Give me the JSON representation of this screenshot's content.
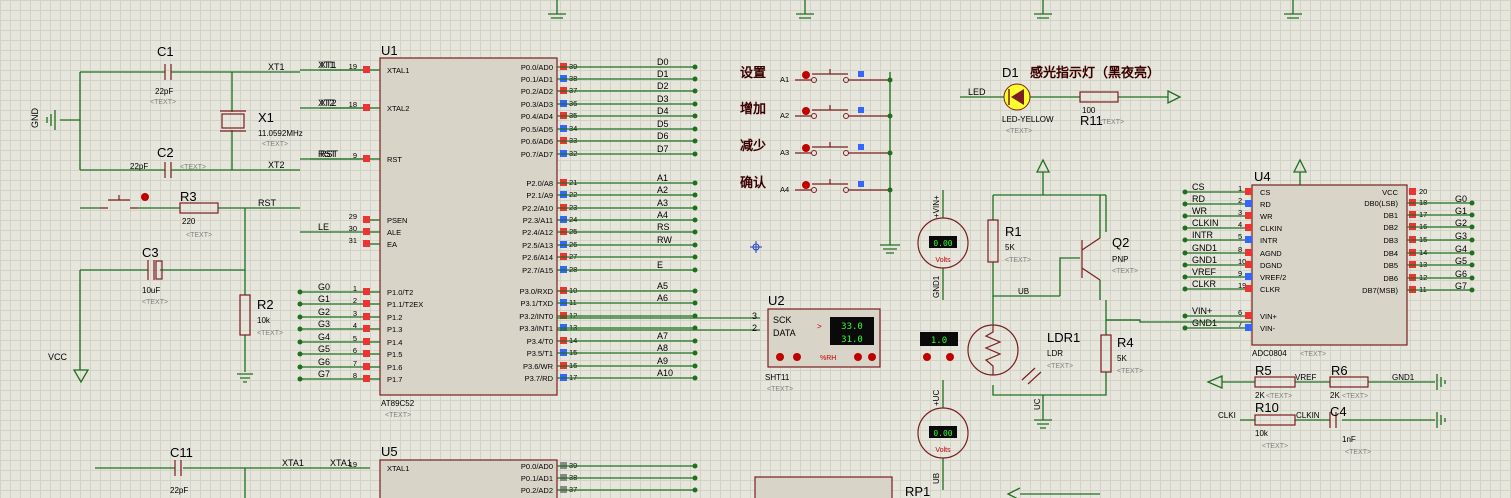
{
  "components": {
    "c1": {
      "ref": "C1",
      "value": "22pF",
      "text": "<TEXT>"
    },
    "c2": {
      "ref": "C2",
      "value": "22pF",
      "text": "<TEXT>"
    },
    "c3": {
      "ref": "C3",
      "value": "10uF",
      "text": "<TEXT>"
    },
    "c4": {
      "ref": "C4",
      "value": "1nF",
      "text": "<TEXT>"
    },
    "c11": {
      "ref": "C11",
      "value": "22pF"
    },
    "x1": {
      "ref": "X1",
      "value": "11.0592MHz",
      "text": "<TEXT>"
    },
    "r2": {
      "ref": "R2",
      "value": "10k",
      "text": "<TEXT>"
    },
    "r3": {
      "ref": "R3",
      "value": "220",
      "text": "<TEXT>"
    },
    "r1": {
      "ref": "R1",
      "value": "5K",
      "text": "<TEXT>"
    },
    "r4": {
      "ref": "R4",
      "value": "5K",
      "text": "<TEXT>"
    },
    "r5": {
      "ref": "R5",
      "value": "2K",
      "text": "<TEXT>"
    },
    "r6": {
      "ref": "R6",
      "value": "2K",
      "text": "<TEXT>"
    },
    "r10": {
      "ref": "R10",
      "value": "10k",
      "text": "<TEXT>"
    },
    "r11": {
      "ref": "R11",
      "value": "100",
      "text": "<TEXT>"
    },
    "u1": {
      "ref": "U1",
      "part": "AT89C52",
      "text": "<TEXT>"
    },
    "u2": {
      "ref": "U2",
      "part": "SHT11",
      "text": "<TEXT>",
      "temp": "33.0",
      "rh": "31.0",
      "rh_label": "%RH",
      "sck": "SCK",
      "data": "DATA",
      "pin_sck": "3",
      "pin_data": "2"
    },
    "u4": {
      "ref": "U4",
      "part": "ADC0804",
      "text": "<TEXT>"
    },
    "u5": {
      "ref": "U5"
    },
    "rp1": {
      "ref": "RP1"
    },
    "d1": {
      "ref": "D1",
      "part": "LED-YELLOW",
      "text": "<TEXT>",
      "title": "感光指示灯（黑夜亮）"
    },
    "q2": {
      "ref": "Q2",
      "part": "PNP",
      "text": "<TEXT>"
    },
    "ldr1": {
      "ref": "LDR1",
      "part": "LDR",
      "text": "<TEXT>"
    },
    "meter1": {
      "reading": "0.00",
      "unit": "Volts",
      "top": "+VIN+",
      "bottom": "GND1"
    },
    "meter2": {
      "reading": "0.00",
      "unit": "Volts",
      "top": "+UC",
      "bottom": "UB"
    },
    "light_source": {
      "reading": "1.0"
    }
  },
  "buttons": [
    {
      "label": "设置",
      "net": "A1"
    },
    {
      "label": "增加",
      "net": "A2"
    },
    {
      "label": "减少",
      "net": "A3"
    },
    {
      "label": "确认",
      "net": "A4"
    }
  ],
  "u1_left_pins": [
    {
      "num": "19",
      "name": "XTAL1",
      "net": "XT1"
    },
    {
      "num": "18",
      "name": "XTAL2",
      "net": "XT2"
    },
    {
      "num": "9",
      "name": "RST",
      "net": "RST"
    },
    {
      "num": "29",
      "name": "PSEN",
      "net": ""
    },
    {
      "num": "30",
      "name": "ALE",
      "net": "LE"
    },
    {
      "num": "31",
      "name": "EA",
      "net": ""
    },
    {
      "num": "1",
      "name": "P1.0/T2",
      "net": "G0"
    },
    {
      "num": "2",
      "name": "P1.1/T2EX",
      "net": "G1"
    },
    {
      "num": "3",
      "name": "P1.2",
      "net": "G2"
    },
    {
      "num": "4",
      "name": "P1.3",
      "net": "G3"
    },
    {
      "num": "5",
      "name": "P1.4",
      "net": "G4"
    },
    {
      "num": "6",
      "name": "P1.5",
      "net": "G5"
    },
    {
      "num": "7",
      "name": "P1.6",
      "net": "G6"
    },
    {
      "num": "8",
      "name": "P1.7",
      "net": "G7"
    }
  ],
  "u1_right_pins": [
    {
      "num": "39",
      "name": "P0.0/AD0",
      "net": "D0"
    },
    {
      "num": "38",
      "name": "P0.1/AD1",
      "net": "D1"
    },
    {
      "num": "37",
      "name": "P0.2/AD2",
      "net": "D2"
    },
    {
      "num": "36",
      "name": "P0.3/AD3",
      "net": "D3"
    },
    {
      "num": "35",
      "name": "P0.4/AD4",
      "net": "D4"
    },
    {
      "num": "34",
      "name": "P0.5/AD5",
      "net": "D5"
    },
    {
      "num": "33",
      "name": "P0.6/AD6",
      "net": "D6"
    },
    {
      "num": "32",
      "name": "P0.7/AD7",
      "net": "D7"
    },
    {
      "num": "21",
      "name": "P2.0/A8",
      "net": "A1"
    },
    {
      "num": "22",
      "name": "P2.1/A9",
      "net": "A2"
    },
    {
      "num": "23",
      "name": "P2.2/A10",
      "net": "A3"
    },
    {
      "num": "24",
      "name": "P2.3/A11",
      "net": "A4"
    },
    {
      "num": "25",
      "name": "P2.4/A12",
      "net": "RS"
    },
    {
      "num": "26",
      "name": "P2.5/A13",
      "net": "RW"
    },
    {
      "num": "27",
      "name": "P2.6/A14",
      "net": ""
    },
    {
      "num": "28",
      "name": "P2.7/A15",
      "net": "E"
    },
    {
      "num": "10",
      "name": "P3.0/RXD",
      "net": "A5"
    },
    {
      "num": "11",
      "name": "P3.1/TXD",
      "net": "A6"
    },
    {
      "num": "12",
      "name": "P3.2/INT0",
      "net": ""
    },
    {
      "num": "13",
      "name": "P3.3/INT1",
      "net": ""
    },
    {
      "num": "14",
      "name": "P3.4/T0",
      "net": "A7"
    },
    {
      "num": "15",
      "name": "P3.5/T1",
      "net": "A8"
    },
    {
      "num": "16",
      "name": "P3.6/WR",
      "net": "A9"
    },
    {
      "num": "17",
      "name": "P3.7/RD",
      "net": "A10"
    }
  ],
  "u4_left_pins": [
    {
      "num": "1",
      "name": "CS",
      "net": "CS"
    },
    {
      "num": "2",
      "name": "RD",
      "net": "RD"
    },
    {
      "num": "3",
      "name": "WR",
      "net": "WR"
    },
    {
      "num": "4",
      "name": "CLKIN",
      "net": "CLKIN"
    },
    {
      "num": "5",
      "name": "INTR",
      "net": "INTR"
    },
    {
      "num": "8",
      "name": "AGND",
      "net": "GND1"
    },
    {
      "num": "10",
      "name": "DGND",
      "net": "GND1"
    },
    {
      "num": "9",
      "name": "VREF/2",
      "net": "VREF"
    },
    {
      "num": "19",
      "name": "CLKR",
      "net": "CLKR"
    },
    {
      "num": "6",
      "name": "VIN+",
      "net": "VIN+"
    },
    {
      "num": "7",
      "name": "VIN-",
      "net": "GND1"
    }
  ],
  "u4_right_pins": [
    {
      "num": "20",
      "name": "VCC",
      "net": ""
    },
    {
      "num": "18",
      "name": "DB0(LSB)",
      "net": "G0"
    },
    {
      "num": "17",
      "name": "DB1",
      "net": "G1"
    },
    {
      "num": "16",
      "name": "DB2",
      "net": "G2"
    },
    {
      "num": "15",
      "name": "DB3",
      "net": "G3"
    },
    {
      "num": "14",
      "name": "DB4",
      "net": "G4"
    },
    {
      "num": "13",
      "name": "DB5",
      "net": "G5"
    },
    {
      "num": "12",
      "name": "DB6",
      "net": "G6"
    },
    {
      "num": "11",
      "name": "DB7(MSB)",
      "net": "G7"
    }
  ],
  "u5_left_pins": [
    {
      "num": "19",
      "name": "XTAL1",
      "net": "XTA1"
    }
  ],
  "u5_right_pins": [
    {
      "num": "39",
      "name": "P0.0/AD0"
    },
    {
      "num": "38",
      "name": "P0.1/AD1"
    },
    {
      "num": "37",
      "name": "P0.2/AD2"
    }
  ],
  "nets": {
    "gnd": "GND",
    "vcc": "VCC",
    "xt1": "XT1",
    "xt2": "XT2",
    "rst": "RST",
    "led": "LED",
    "ub": "UB",
    "uc": "UC",
    "vref": "VREF",
    "gnd1": "GND1",
    "clki": "CLKI",
    "clkin": "CLKIN",
    "xta1": "XTA1"
  }
}
